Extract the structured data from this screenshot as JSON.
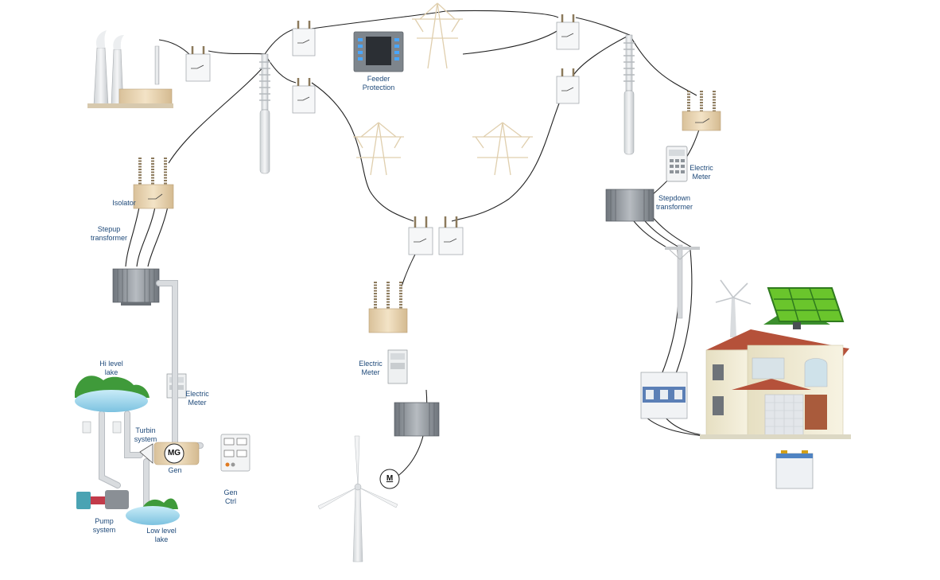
{
  "labels": {
    "feeder_protection": "Feeder\nProtection",
    "isolator": "Isolator",
    "stepup_transformer": "Stepup\ntransformer",
    "hi_level_lake": "Hi level\nlake",
    "electric_meter_left": "Electric\nMeter",
    "turbin_system": "Turbin\nsystem",
    "generator_badge": "MG",
    "gen": "Gen",
    "gen_ctrl": "Gen\nCtrl",
    "pump_system": "Pump\nsystem",
    "low_level_lake": "Low level\nlake",
    "electric_meter_center": "Electric\nMeter",
    "motor_badge": "M",
    "electric_meter_right": "Electric\nMeter",
    "stepdown_transformer": "Stepdown\ntransformer"
  },
  "colors": {
    "label_text": "#1f4a7a",
    "wire": "#222222",
    "insulator": "#c8b79a",
    "isolator_box": "#e8d3b0",
    "transformer": "#8a9097",
    "lake": "#9fd3ea",
    "grass": "#3f9a3a",
    "solar": "#5bbf2a",
    "roof": "#b5513a",
    "house_wall": "#f1ecd6"
  }
}
